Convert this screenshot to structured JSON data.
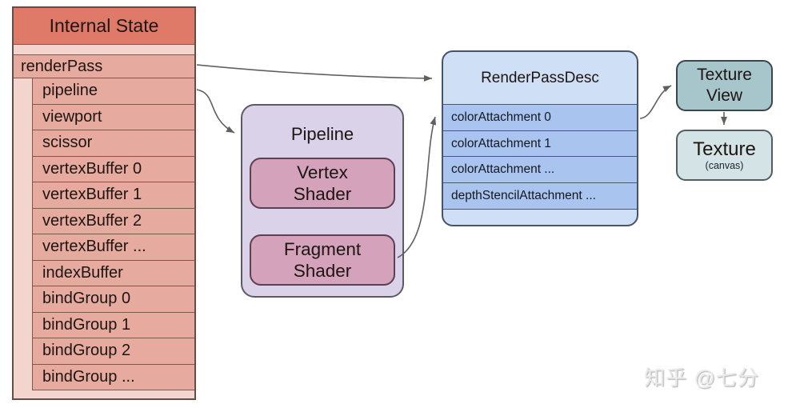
{
  "internal_state": {
    "title": "Internal State",
    "parent_row": "renderPass",
    "rows": [
      "pipeline",
      "viewport",
      "scissor",
      "vertexBuffer 0",
      "vertexBuffer 1",
      "vertexBuffer 2",
      "vertexBuffer ...",
      "indexBuffer",
      "bindGroup 0",
      "bindGroup 1",
      "bindGroup 2",
      "bindGroup ..."
    ]
  },
  "pipeline": {
    "title": "Pipeline",
    "vertex_shader": {
      "line1": "Vertex",
      "line2": "Shader"
    },
    "fragment_shader": {
      "line1": "Fragment",
      "line2": "Shader"
    }
  },
  "render_pass_desc": {
    "title": "RenderPassDesc",
    "rows": [
      "colorAttachment 0",
      "colorAttachment 1",
      "colorAttachment ...",
      "depthStencilAttachment ..."
    ]
  },
  "texture_view": {
    "line1": "Texture",
    "line2": "View"
  },
  "texture": {
    "title": "Texture",
    "subtitle": "(canvas)"
  },
  "watermark": "知乎 @七分",
  "colors": {
    "state_header": "#df7968",
    "state_row": "#e6aa9e",
    "state_background": "#f3d5cd",
    "state_border": "#7d5a50",
    "pipeline_fill": "#d9d2e9",
    "shader_fill": "#d5a2bc",
    "rpd_fill": "#cfdff6",
    "rpd_row_fill": "#a9c4ef",
    "texture_view_fill": "#a6c6cb",
    "texture_fill": "#d4e3e6",
    "arrow": "#61605e"
  }
}
